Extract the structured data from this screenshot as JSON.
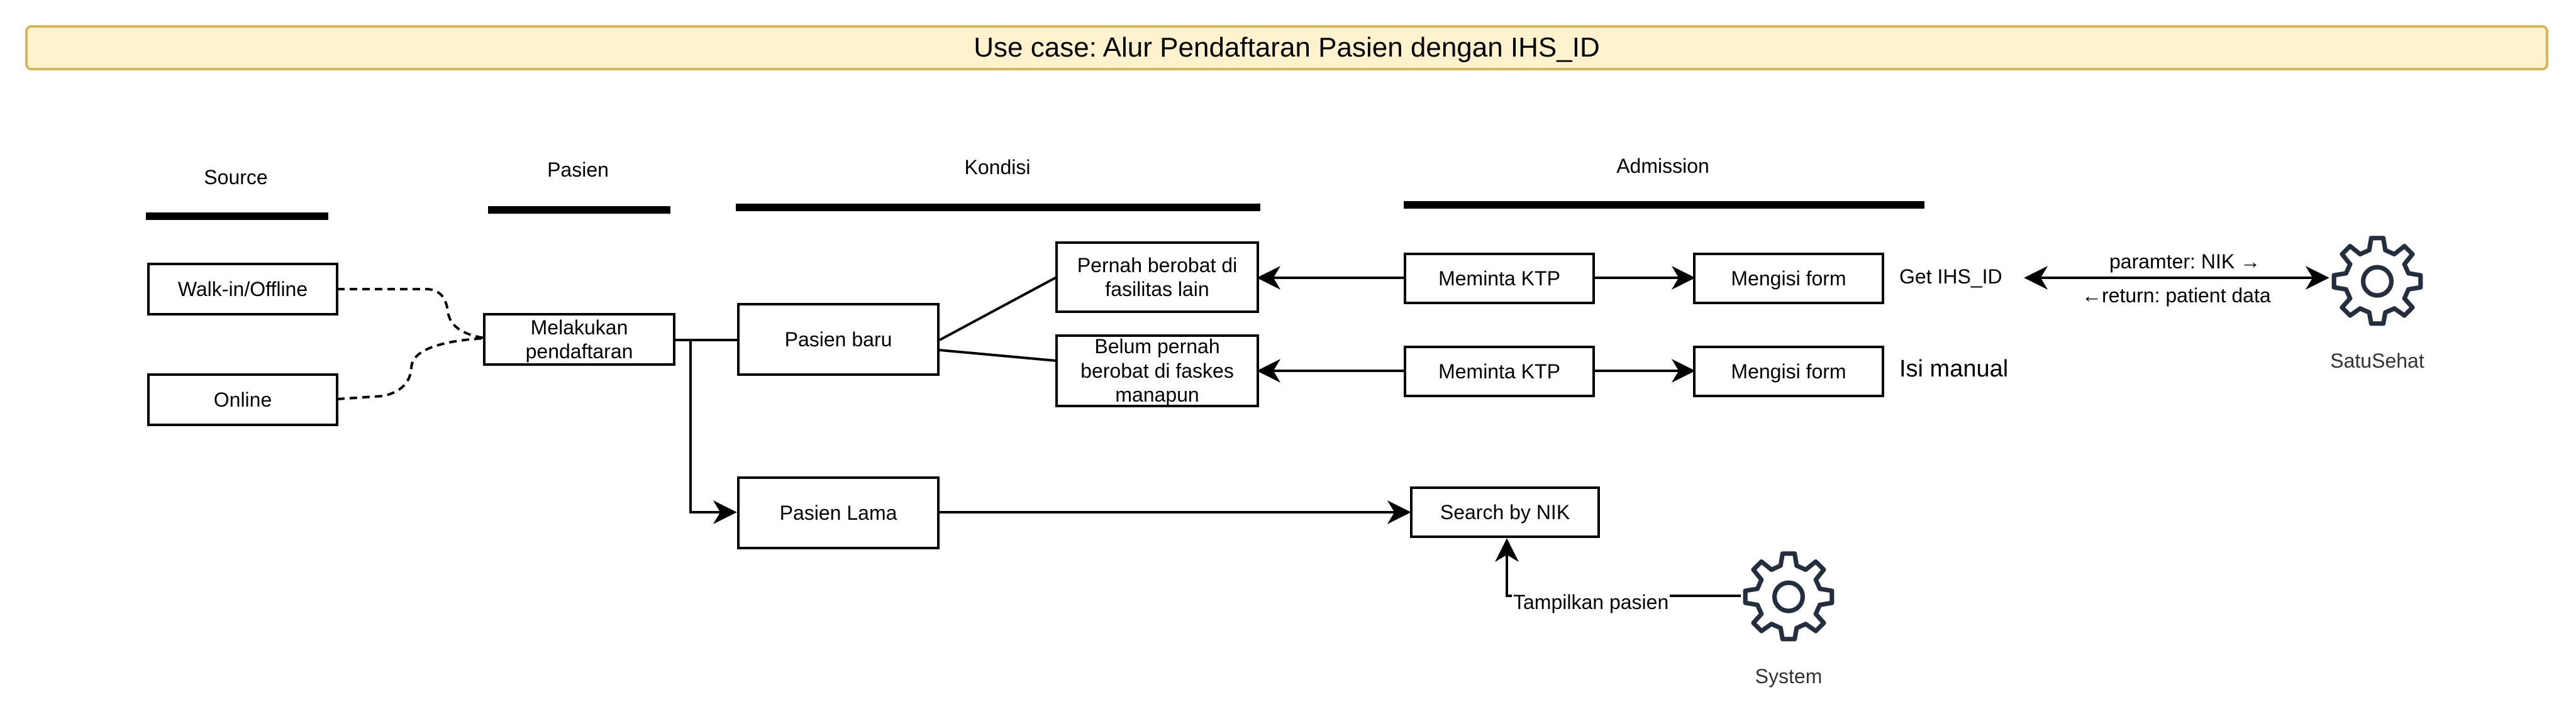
{
  "title": "Use case: Alur Pendaftaran Pasien dengan IHS_ID",
  "lanes": {
    "source": "Source",
    "pasien": "Pasien",
    "kondisi": "Kondisi",
    "admission": "Admission"
  },
  "boxes": {
    "walk_in": "Walk-in/Offline",
    "online": "Online",
    "melakukan_pendaftaran": "Melakukan pendaftaran",
    "pasien_baru": "Pasien baru",
    "pasien_lama": "Pasien Lama",
    "pernah_berobat": "Pernah berobat di fasilitas lain",
    "belum_pernah": "Belum pernah berobat di faskes manapun",
    "meminta_ktp_1": "Meminta KTP",
    "meminta_ktp_2": "Meminta KTP",
    "mengisi_form_1": "Mengisi form",
    "mengisi_form_2": "Mengisi form",
    "search_by_nik": "Search by NIK"
  },
  "labels": {
    "get_ihs_id": "Get IHS_ID",
    "isi_manual": "Isi manual",
    "param_nik": "paramter: NIK →",
    "return_data": "←return: patient data",
    "tampilkan_pasien": "Tampilkan pasien"
  },
  "actors": {
    "satusehat": "SatuSehat",
    "system": "System"
  },
  "icons": {
    "satusehat": "gear-icon",
    "system": "gear-icon"
  },
  "colors": {
    "banner_fill": "#fff2cc",
    "banner_border": "#d6b656",
    "gear_stroke": "#232f3e"
  }
}
